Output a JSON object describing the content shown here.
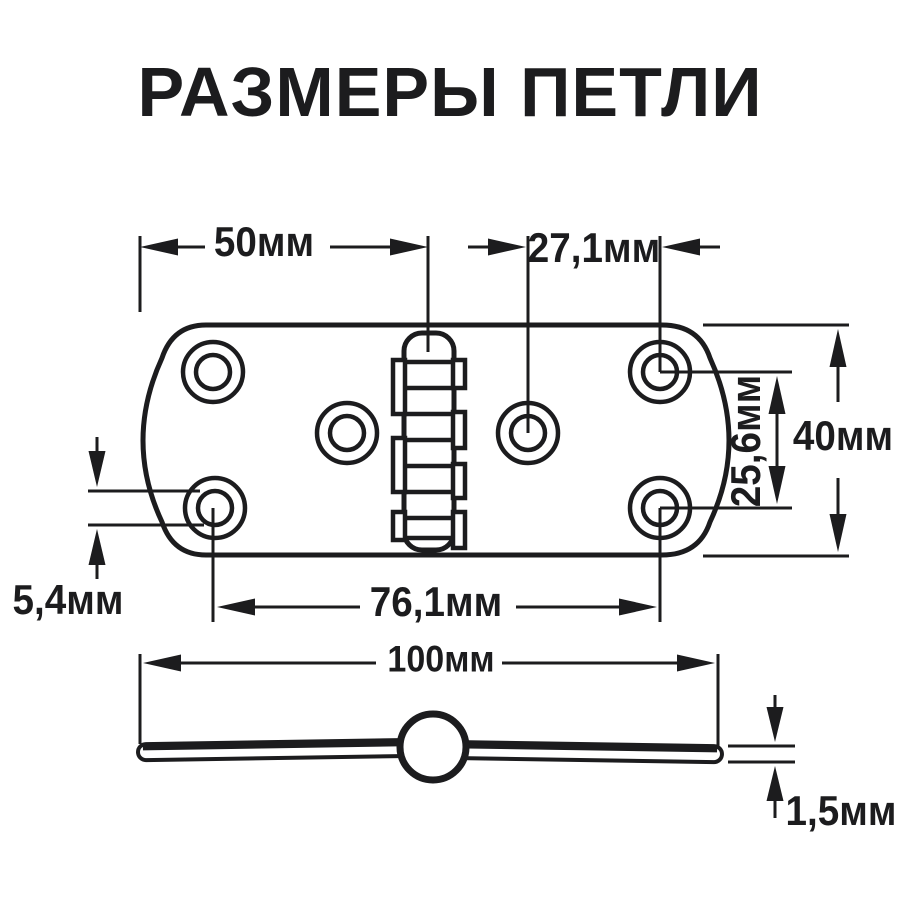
{
  "title": "РАЗМЕРЫ ПЕТЛИ",
  "colors": {
    "ink": "#1c1c1e",
    "background": "#ffffff"
  },
  "top_view": {
    "dim_half_width": "50мм",
    "dim_hinge_to_hole": "27,1мм",
    "dim_height": "40мм",
    "dim_hole_spacing_vertical": "25,6мм",
    "dim_hole_diameter": "5,4мм",
    "dim_hole_spacing_horizontal": "76,1мм"
  },
  "side_view": {
    "dim_total_length": "100мм",
    "dim_thickness": "1,5мм"
  }
}
